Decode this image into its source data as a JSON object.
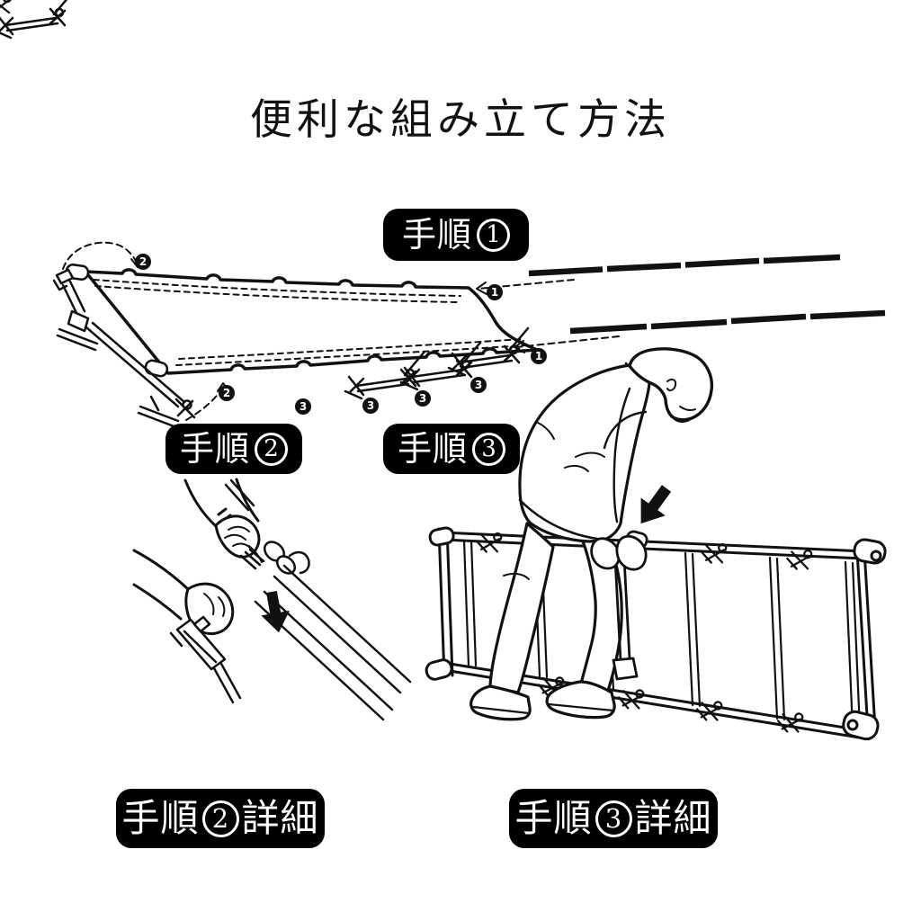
{
  "title": "便利な組み立て方法",
  "badges": {
    "step1": {
      "prefix": "手順",
      "number": "1"
    },
    "step2": {
      "prefix": "手順",
      "number": "2"
    },
    "step3": {
      "prefix": "手順",
      "number": "3"
    },
    "step2_detail": {
      "prefix": "手順",
      "number": "2",
      "suffix": "詳細"
    },
    "step3_detail": {
      "prefix": "手順",
      "number": "3",
      "suffix": "詳細"
    }
  },
  "markers": {
    "pole_insert_top": "1",
    "pole_insert_bottom": "1",
    "corner_fold": "2",
    "leg_unfold": "2",
    "folded_leg_1": "3",
    "folded_leg_2": "3",
    "folded_leg_3": "3",
    "folded_leg_4": "3"
  },
  "illustrations": {
    "overview": "folding-cot-fabric-frame-and-side-poles",
    "step2_detail": "hands-locking-end-pole-joint",
    "step3_detail": "person-pressing-leg-onto-upright-cot"
  },
  "colors": {
    "ink": "#111111",
    "background": "#ffffff",
    "badge_background": "#000000",
    "badge_text": "#ffffff"
  }
}
